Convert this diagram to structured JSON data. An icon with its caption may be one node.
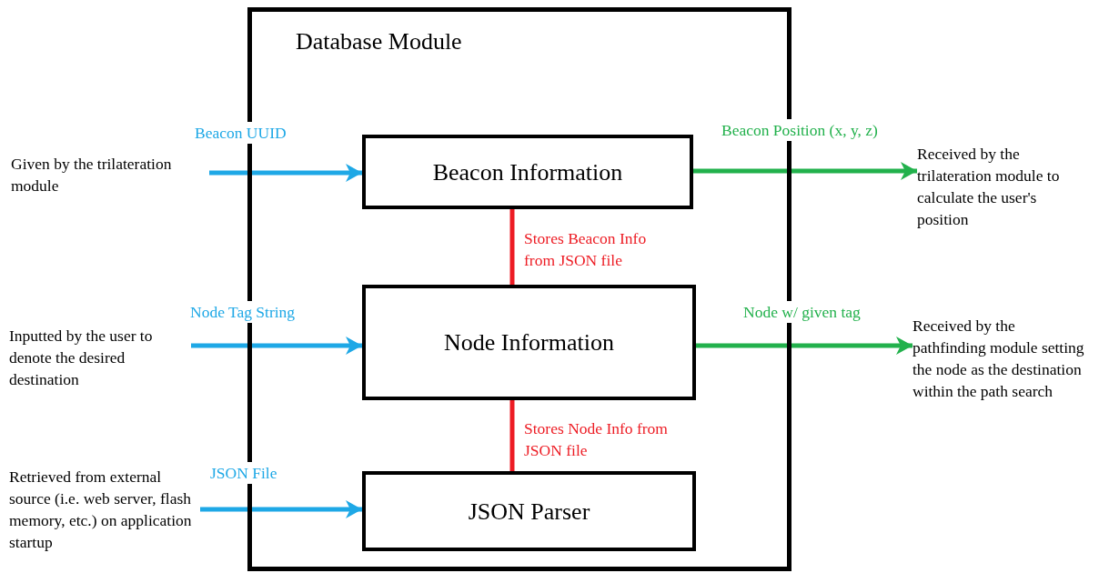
{
  "diagram": {
    "nodes": [
      {
        "text": [
          "Database Module"
        ]
      },
      {
        "text": [
          "Beacon Information"
        ],
        "in": 0
      },
      {
        "text": [
          "Node Information"
        ],
        "in": 0
      },
      {
        "text": [
          "JSON Parser"
        ],
        "in": 0
      },
      {
        "text": [
          "Given by the trilateration module"
        ]
      },
      {
        "text": [
          "Inputted by the user to denote the desired destination"
        ]
      },
      {
        "text": [
          "Retrieved from external source (i.e. web server, flash memory, etc.) on application startup"
        ]
      },
      {
        "text": [
          "Received by the trilateration module to calculate the user's position"
        ]
      },
      {
        "text": [
          "Received by the pathfinding module setting the node as the destination within the path search"
        ]
      }
    ],
    "edges": [
      {
        "from": 4,
        "to": 1,
        "arrow": "to",
        "label": "Beacon UUID",
        "color": "#1ea8e6"
      },
      {
        "from": 1,
        "to": 7,
        "arrow": "to",
        "label": "Beacon Position (x, y, z)",
        "color": "#22b14c"
      },
      {
        "from": 1,
        "to": 2,
        "arrow": "none",
        "label": "Stores Beacon Info from JSON file",
        "color": "#ed1c24"
      },
      {
        "from": 5,
        "to": 2,
        "arrow": "to",
        "label": "Node Tag String",
        "color": "#1ea8e6"
      },
      {
        "from": 2,
        "to": 8,
        "arrow": "to",
        "label": "Node w/ given tag",
        "color": "#22b14c"
      },
      {
        "from": 2,
        "to": 3,
        "arrow": "none",
        "label": "Stores Node Info from JSON file",
        "color": "#ed1c24"
      },
      {
        "from": 6,
        "to": 3,
        "arrow": "to",
        "label": "JSON File",
        "color": "#1ea8e6"
      }
    ]
  }
}
